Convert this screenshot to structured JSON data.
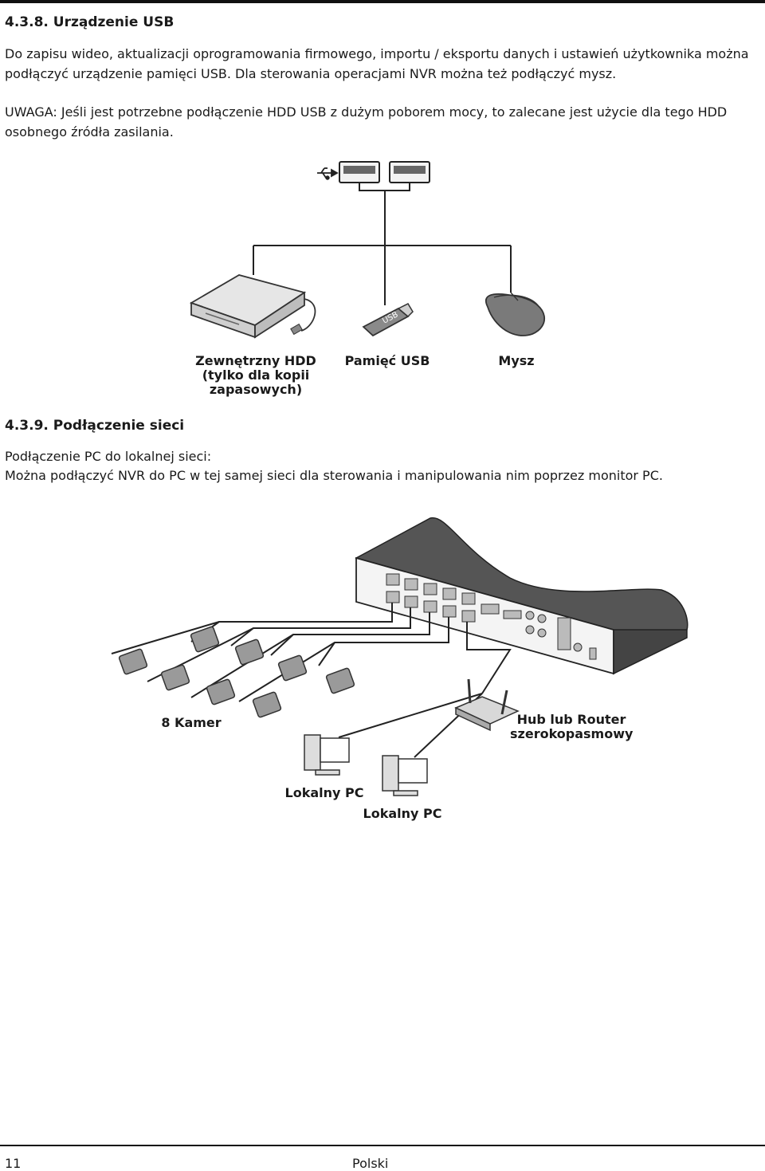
{
  "usb_section": {
    "heading": "4.3.8. Urządzenie USB",
    "paragraph1": "Do zapisu wideo, aktualizacji oprogramowania firmowego, importu / eksportu danych i ustawień użytkownika można podłączyć urządzenie pamięci USB. Dla sterowania operacjami NVR można też podłączyć mysz.",
    "note": "UWAGA: Jeśli jest potrzebne podłączenie HDD USB z dużym poborem mocy, to zalecane jest użycie dla tego HDD osobnego źródła zasilania.",
    "labels": {
      "hdd_line1": "Zewnętrzny HDD",
      "hdd_line2": "(tylko dla kopii",
      "hdd_line3": "zapasowych)",
      "usb_memory": "Pamięć USB",
      "mouse": "Mysz",
      "stick_text": "USB"
    }
  },
  "network_section": {
    "heading": "4.3.9. Podłączenie sieci",
    "line1": "Podłączenie PC do lokalnej sieci:",
    "line2": "Można podłączyć NVR do PC w tej samej sieci dla sterowania i manipulowania nim poprzez monitor PC.",
    "labels": {
      "cameras": "8 Kamer",
      "router_line1": "Hub lub Router",
      "router_line2": "szerokopasmowy",
      "pc1": "Lokalny PC",
      "pc2": "Lokalny PC"
    }
  },
  "footer": {
    "page_number": "11",
    "language": "Polski"
  }
}
